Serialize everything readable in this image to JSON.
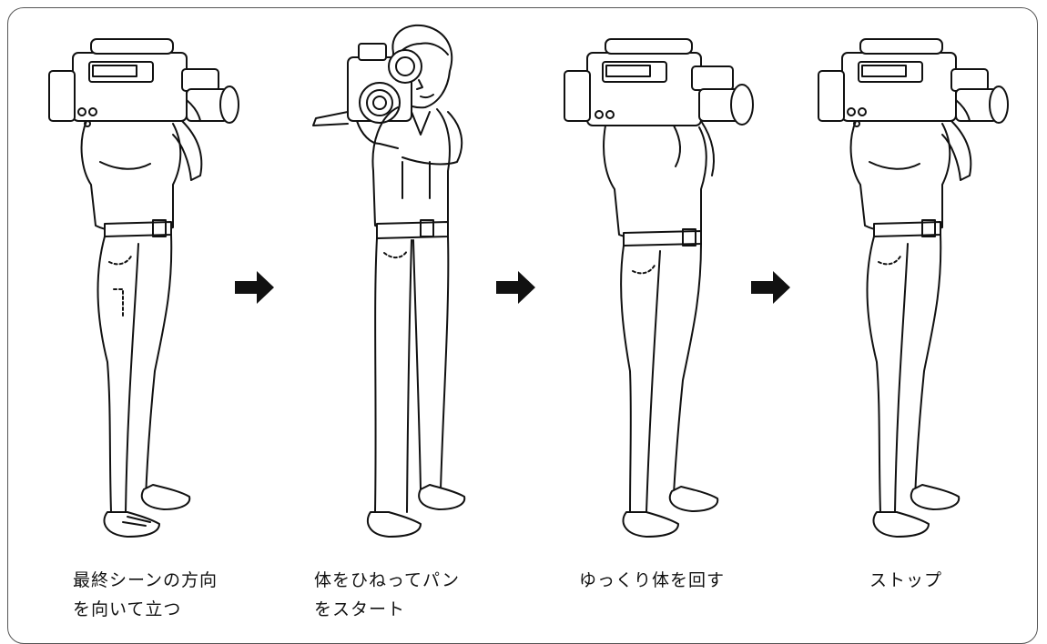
{
  "steps": [
    {
      "caption_line1": "最終シーンの方向",
      "caption_line2": "を向いて立つ",
      "pose": "camera-right"
    },
    {
      "caption_line1": "体をひねってパン",
      "caption_line2": "をスタート",
      "pose": "facing-viewer"
    },
    {
      "caption_line1": "ゆっくり体を回す",
      "caption_line2": "",
      "pose": "camera-front"
    },
    {
      "caption_line1": "ストップ",
      "caption_line2": "",
      "pose": "camera-right"
    }
  ],
  "arrow_icon": "right-arrow",
  "colors": {
    "line": "#111111",
    "frame": "#555555"
  }
}
